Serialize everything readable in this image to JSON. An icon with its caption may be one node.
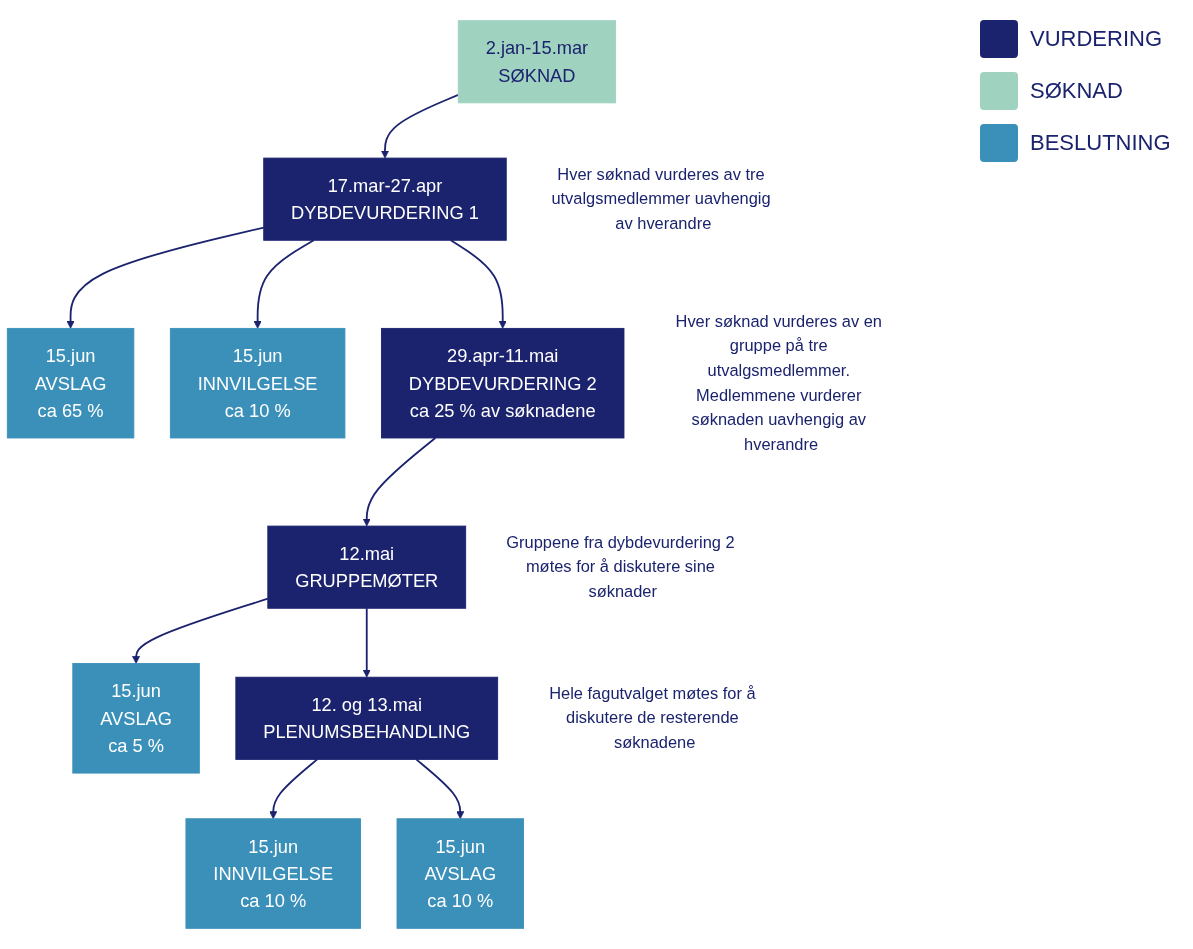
{
  "diagram": {
    "nodes": [
      {
        "text": [
          "2.jan-15.mar",
          "SØKNAD"
        ]
      },
      {
        "text": [
          "17.mar-27.apr",
          "DYBDEVURDERING 1"
        ],
        "beside": [
          "Hver søknad vurderes av tre utvalgsmedlemmer uavhengig av hverandre"
        ]
      },
      {
        "text": [
          "15.jun",
          "AVSLAG",
          "ca 65 %"
        ]
      },
      {
        "text": [
          "15.jun",
          "INNVILGELSE",
          "ca 10 %"
        ]
      },
      {
        "text": [
          "29.apr-11.mai",
          "DYBDEVURDERING 2",
          "ca 25 % av søknadene"
        ],
        "beside": [
          "Hver søknad vurderes av en gruppe på tre utvalgsmedlemmer. Medlemmene vurderer søknaden uavhengig av hverandre"
        ]
      },
      {
        "text": [
          "12.mai",
          "GRUPPEMØTER"
        ],
        "beside": [
          "Gruppene fra dybdevurdering 2 møtes for å diskutere sine søknader"
        ]
      },
      {
        "text": [
          "15.jun",
          "AVSLAG",
          "ca 5 %"
        ]
      },
      {
        "text": [
          "12. og 13.mai",
          "PLENUMSBEHANDLING"
        ],
        "beside": [
          "Hele fagutvalget møtes for å diskutere de resterende søknadene"
        ]
      },
      {
        "text": [
          "15.jun",
          "INNVILGELSE",
          "ca 10 %"
        ]
      },
      {
        "text": [
          "15.jun",
          "AVSLAG",
          "ca 10 %"
        ]
      }
    ],
    "edges": [
      {
        "from": 0,
        "to": 1,
        "arrow": "to"
      },
      {
        "from": 1,
        "to": 2,
        "arrow": "to"
      },
      {
        "from": 1,
        "to": 3,
        "arrow": "to"
      },
      {
        "from": 1,
        "to": 4,
        "arrow": "to"
      },
      {
        "from": 4,
        "to": 5,
        "arrow": "to"
      },
      {
        "from": 5,
        "to": 6,
        "arrow": "to"
      },
      {
        "from": 5,
        "to": 7,
        "arrow": "to"
      },
      {
        "from": 7,
        "to": 8,
        "arrow": "to"
      },
      {
        "from": 7,
        "to": 9,
        "arrow": "to"
      }
    ],
    "legend": [
      {
        "text": "VURDERING",
        "color": "#1b236e"
      },
      {
        "text": "SØKNAD",
        "color": "#a0d2c0"
      },
      {
        "text": "BESLUTNING",
        "color": "#3b90b9"
      }
    ]
  }
}
